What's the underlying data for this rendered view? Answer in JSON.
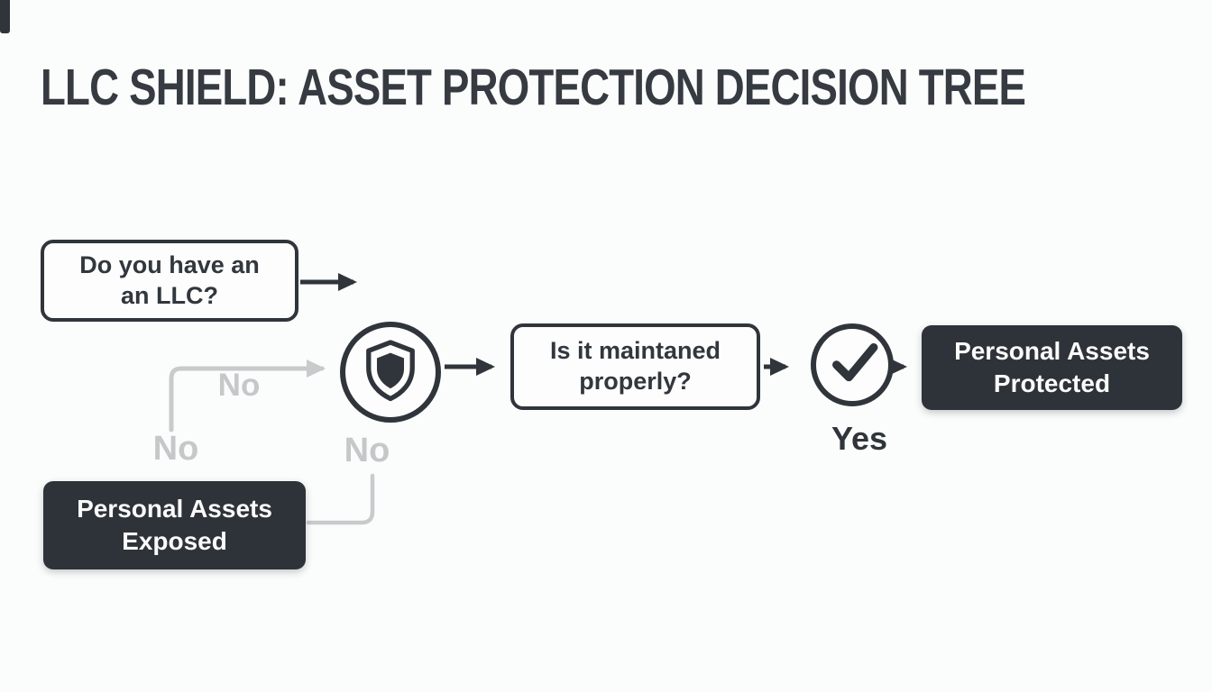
{
  "title": "LLC SHIELD: ASSET PROTECTION DECISION TREE",
  "nodes": {
    "question_have_llc": {
      "label": "Do you have an\nan LLC?",
      "type": "question"
    },
    "shield_checkpoint": {
      "icon": "shield-icon",
      "type": "milestone"
    },
    "question_maintained": {
      "label": "Is it maintaned\nproperly?",
      "type": "question"
    },
    "check_checkpoint": {
      "icon": "check-icon",
      "type": "milestone"
    },
    "outcome_protected": {
      "label": "Personal Assets\nProtected",
      "type": "outcome-positive"
    },
    "outcome_exposed": {
      "label": "Personal Assets\nExposed",
      "type": "outcome-negative"
    }
  },
  "edge_labels": {
    "no_to_shield": "No",
    "no_below_question": "No",
    "no_below_shield": "No",
    "yes": "Yes"
  },
  "colors": {
    "ink": "#2f353b",
    "title_text": "#363b42",
    "muted_line": "#c8cacc",
    "muted_label": "#c5c7c9",
    "dark_box_bg": "#2d3338",
    "dark_box_text": "#fafafa",
    "background": "#fbfcfc"
  }
}
